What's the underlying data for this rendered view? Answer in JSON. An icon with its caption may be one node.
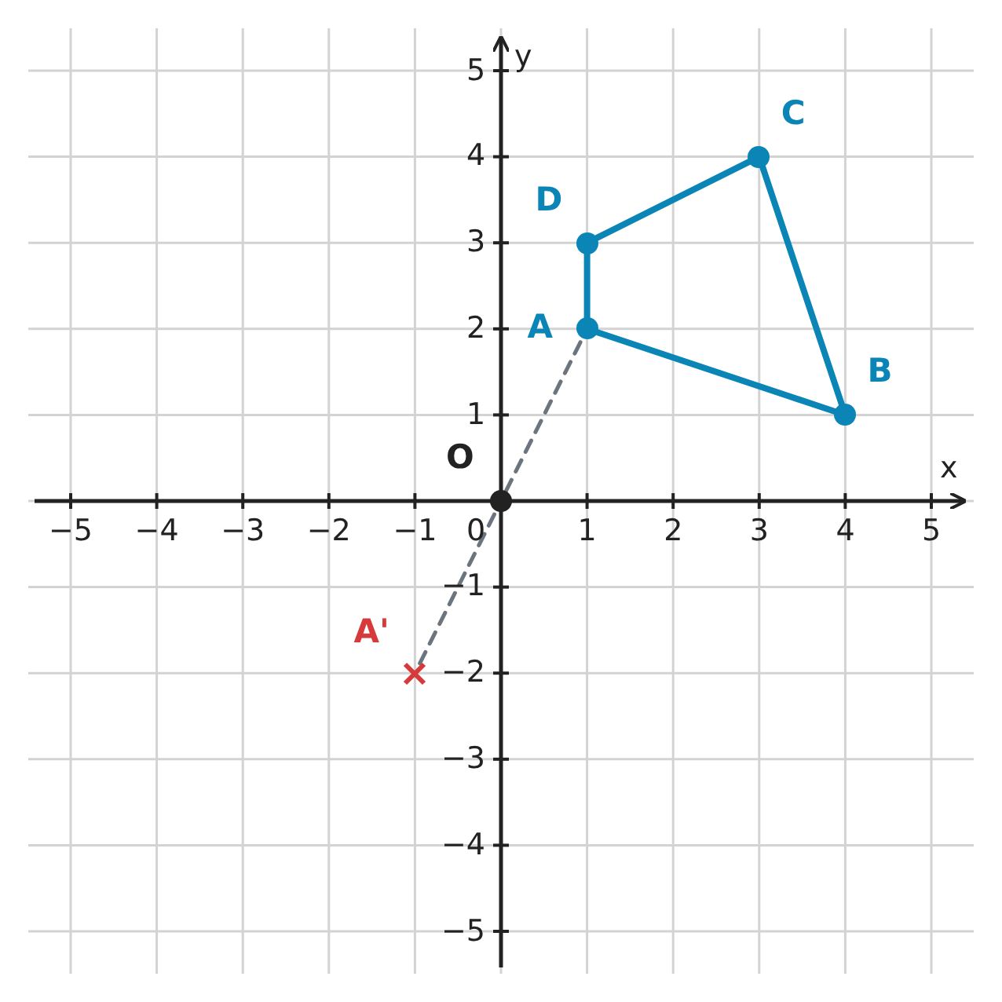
{
  "diagram": {
    "nodes": [
      {
        "text": [
          "A"
        ]
      },
      {
        "text": [
          "B"
        ]
      },
      {
        "text": [
          "C"
        ]
      },
      {
        "text": [
          "D"
        ]
      },
      {
        "text": [
          "O"
        ]
      },
      {
        "text": [
          "A'"
        ]
      }
    ],
    "edges": [
      {
        "from": 0,
        "to": 1,
        "arrow": "none"
      },
      {
        "from": 1,
        "to": 2,
        "arrow": "none"
      },
      {
        "from": 2,
        "to": 3,
        "arrow": "none"
      },
      {
        "from": 3,
        "to": 0,
        "arrow": "none"
      },
      {
        "from": 5,
        "to": 4,
        "arrow": "none",
        "style": "dashed",
        "color": "#6c757d"
      },
      {
        "from": 4,
        "to": 0,
        "arrow": "none",
        "style": "dashed",
        "color": "#6c757d"
      }
    ],
    "labels": [
      "−5",
      "−4",
      "−3",
      "−2",
      "−1",
      "0",
      "1",
      "2",
      "3",
      "4",
      "5",
      "5",
      "4",
      "3",
      "2",
      "1",
      "−1",
      "−2",
      "−3",
      "−4",
      "−5",
      "x",
      "y"
    ]
  }
}
